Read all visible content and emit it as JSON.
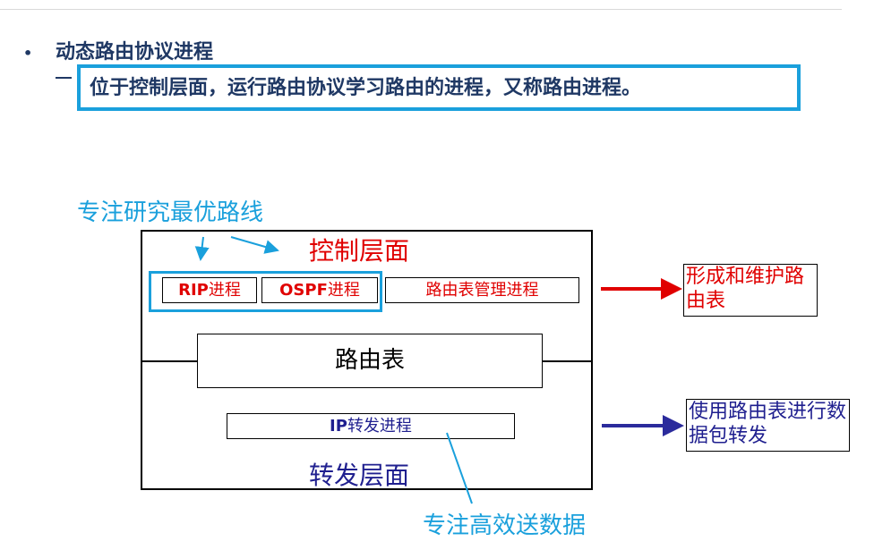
{
  "bullet": {
    "symbol": "•",
    "text": "动态路由协议进程",
    "sub_dash": "–",
    "sub_text": "位于控制层面，运行路由协议学习路由的进程，又称路由进程。"
  },
  "notes": {
    "top": "专注研究最优路线",
    "bottom": "专注高效送数据"
  },
  "diagram": {
    "control_plane": "控制层面",
    "forward_plane": "转发层面",
    "rip_bold": "RIP",
    "rip_rest": "进程",
    "ospf_bold": "OSPF",
    "ospf_rest": "进程",
    "route_mgmt": "路由表管理进程",
    "route_table": "路由表",
    "ip_bold": "IP",
    "ip_rest": "转发进程"
  },
  "side": {
    "red_text": "形成和维护路由表",
    "blue_text": "使用路由表进行数据包转发"
  },
  "colors": {
    "accent_blue": "#1aa0dc",
    "red": "#e00000",
    "navy": "#1f1f8f",
    "title_navy": "#1f3864"
  }
}
